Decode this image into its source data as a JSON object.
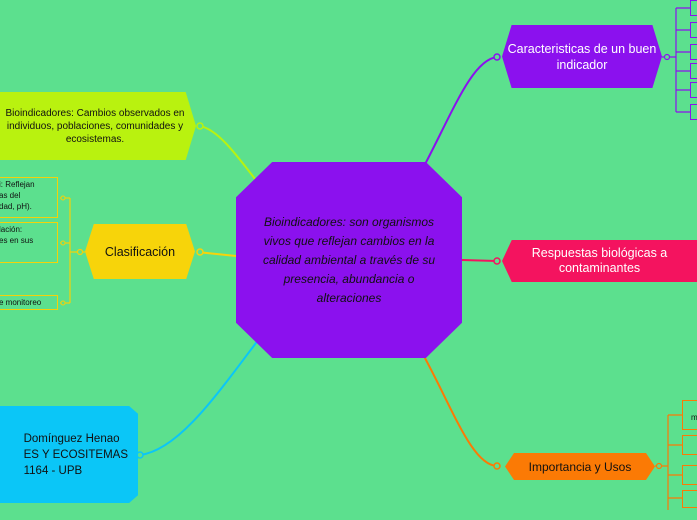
{
  "central": {
    "text": "Bioindicadores: son organismos vivos que reflejan cambios en la calidad ambiental a través de su presencia, abundancia o alteraciones",
    "color": "#8b11ee"
  },
  "branches": {
    "caracteristicas": {
      "label": "Caracteristicas de un buen indicador",
      "color": "#8b11ee"
    },
    "respuestas": {
      "label": "Respuestas biológicas a contaminantes",
      "color": "#f4135f"
    },
    "importancia": {
      "label": "Importancia y Usos",
      "color": "#fb7a05"
    },
    "bioindicadores": {
      "label": "Bioindicadores: Cambios observados en individuos, poblaciones, comunidades y ecosistemas.",
      "color": "#b9f20f"
    },
    "clasificacion": {
      "label": "Clasificación",
      "color": "#f7d40a"
    },
    "autor": {
      "line1": "Domínguez Henao",
      "line2": "ES Y ECOSITEMAS",
      "line3": "1164 - UPB",
      "color": "#0bc6f7"
    }
  },
  "clasificacion_items": [
    {
      "line1": "i: Reflejan",
      "line2": "as del",
      "line3": "dad, pH)."
    },
    {
      "line1": "lación:",
      "line2": "es en sus",
      "line3": ""
    },
    {
      "line1": "e monitoreo",
      "line2": "",
      "line3": ""
    }
  ],
  "importancia_items": [
    {
      "label": "m"
    }
  ]
}
